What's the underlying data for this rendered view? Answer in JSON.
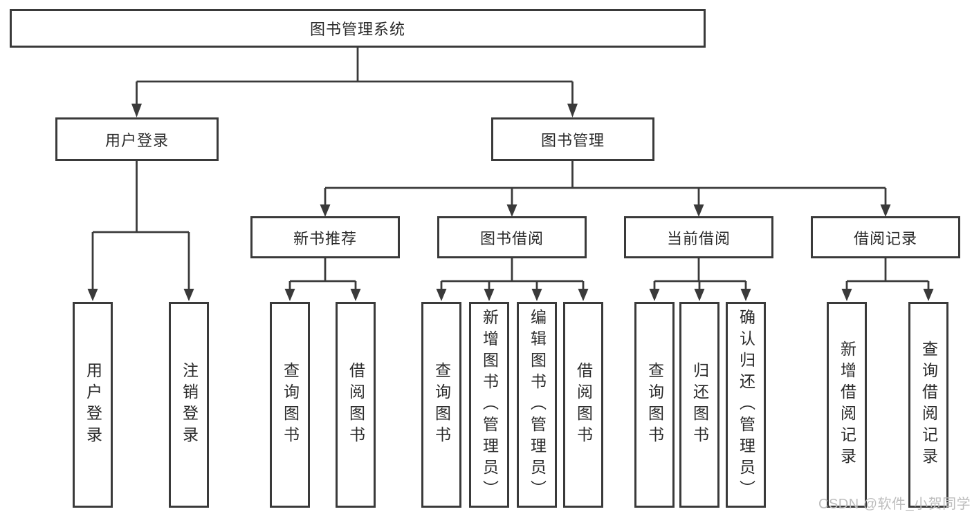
{
  "diagram": {
    "root": {
      "label": "图书管理系统"
    },
    "level2": [
      {
        "label": "用户登录"
      },
      {
        "label": "图书管理"
      }
    ],
    "level3": [
      {
        "label": "新书推荐"
      },
      {
        "label": "图书借阅"
      },
      {
        "label": "当前借阅"
      },
      {
        "label": "借阅记录"
      }
    ],
    "leaves": {
      "user_login": [
        "用户登录",
        "注销登录"
      ],
      "new_books": [
        "查询图书",
        "借阅图书"
      ],
      "book_borrow": [
        "查询图书",
        "新增图书（管理员）",
        "编辑图书（管理员）",
        "借阅图书"
      ],
      "current_borrow": [
        "查询图书",
        "归还图书",
        "确认归还（管理员）"
      ],
      "borrow_records": [
        "新增借阅记录",
        "查询借阅记录"
      ]
    }
  },
  "watermark": {
    "text": "CSDN @软件_小贺同学"
  },
  "colors": {
    "line": "#3a3a3a",
    "text": "#2b2b2b",
    "watermark": "#bdbdbd",
    "background": "#ffffff"
  }
}
